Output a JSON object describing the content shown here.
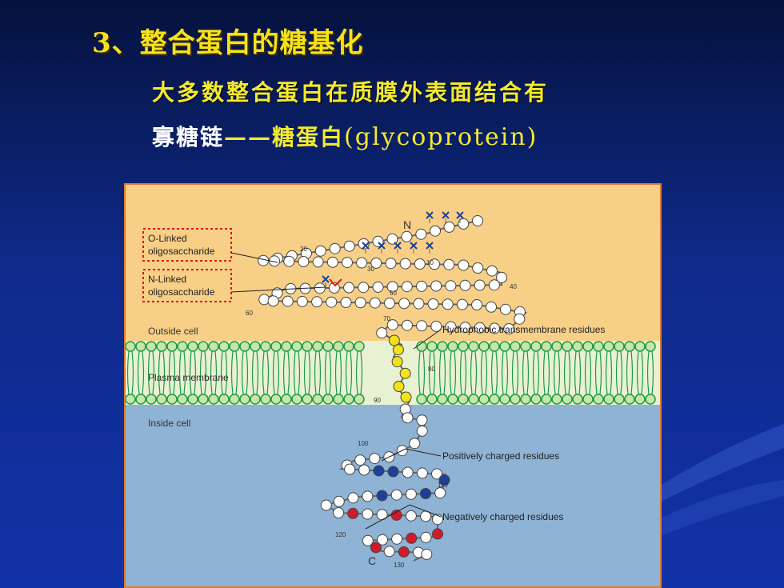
{
  "title": "3、整合蛋白的糖基化",
  "subtitle_line1": "大多数整合蛋白在质膜外表面结合有",
  "subtitle_line2": {
    "part1": "寡糖链",
    "dash": "——",
    "part2": "糖蛋白",
    "part3": "(glycoprotein)"
  },
  "figure": {
    "labels": {
      "o_linked": [
        "O-Linked",
        "oligosaccharide"
      ],
      "n_linked": [
        "N-Linked",
        "oligosaccharide"
      ],
      "outside_cell": "Outside cell",
      "plasma_membrane": "Plasma membrane",
      "inside_cell": "Inside cell",
      "hydrophobic": "Hydrophobic transmembrane residues",
      "positive": "Positively charged residues",
      "negative": "Negatively charged residues",
      "n_term": "N",
      "c_term": "C"
    },
    "residue_numbers": [
      "10",
      "20",
      "30",
      "40",
      "50",
      "60",
      "70",
      "80",
      "90",
      "100",
      "110",
      "120",
      "130"
    ],
    "colors": {
      "outside": "#f8cf86",
      "inside": "#8fb3d4",
      "membrane": "#1b9a49",
      "hydrophobic": "#f2e21a",
      "positive": "#1e3f9e",
      "negative": "#d11a2a",
      "neutral": "#ffffff",
      "border": "#e07a2a",
      "callout": "#e0141e"
    }
  }
}
